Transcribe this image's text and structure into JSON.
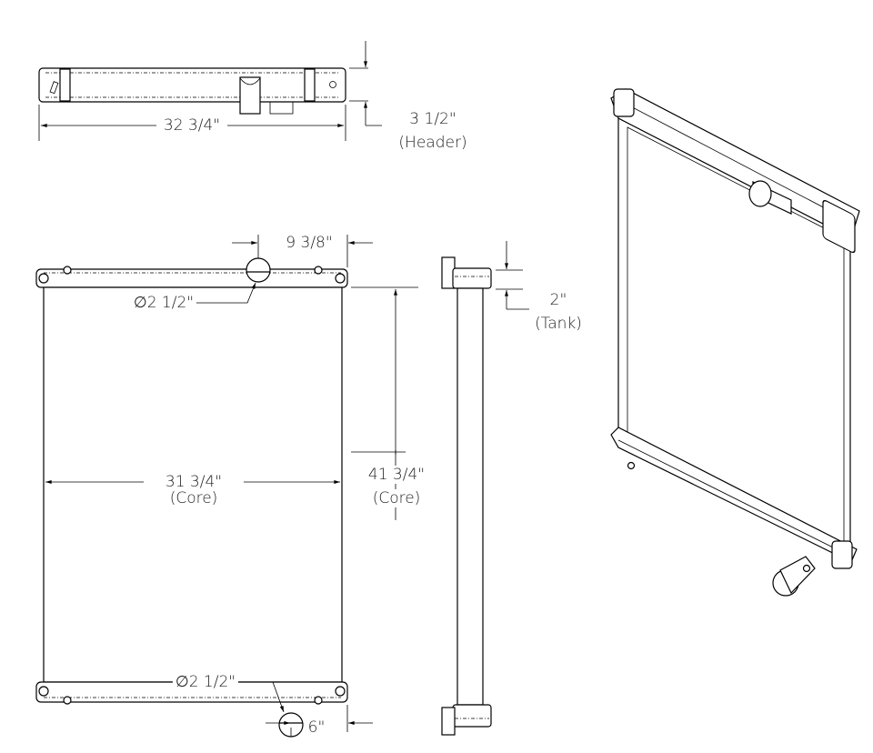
{
  "top_view": {
    "width_label": "32 3/4\"",
    "header_label": "3 1/2\"",
    "header_note": "(Header)"
  },
  "front_view": {
    "inlet_offset_label": "9 3/8\"",
    "inlet_diameter_label": "∅2 1/2\"",
    "core_width_label": "31 3/4\"",
    "core_width_note": "(Core)",
    "core_height_label": "41 3/4\"",
    "core_height_note": "(Core)",
    "outlet_diameter_label": "∅2 1/2\"",
    "outlet_offset_label": "6\""
  },
  "side_view": {
    "tank_label": "2\"",
    "tank_note": "(Tank)"
  }
}
